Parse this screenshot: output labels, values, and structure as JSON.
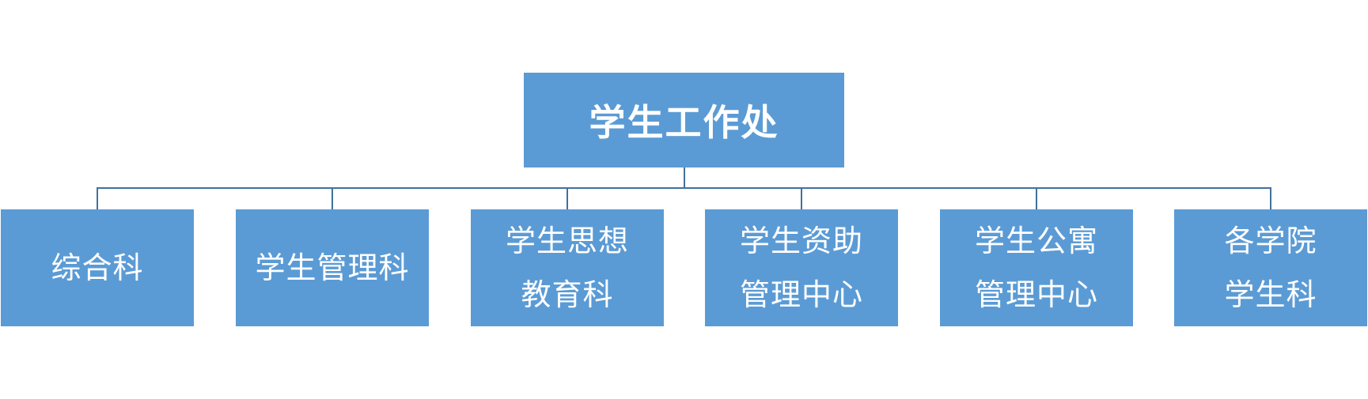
{
  "colors": {
    "box_fill": "#5b9bd5",
    "connector": "#41719c",
    "text": "#ffffff"
  },
  "root": {
    "label": "学生工作处"
  },
  "children": [
    {
      "lines": [
        "综合科"
      ]
    },
    {
      "lines": [
        "学生管理科"
      ]
    },
    {
      "lines": [
        "学生思想",
        "教育科"
      ]
    },
    {
      "lines": [
        "学生资助",
        "管理中心"
      ]
    },
    {
      "lines": [
        "学生公寓",
        "管理中心"
      ]
    },
    {
      "lines": [
        "各学院",
        "学生科"
      ]
    }
  ]
}
